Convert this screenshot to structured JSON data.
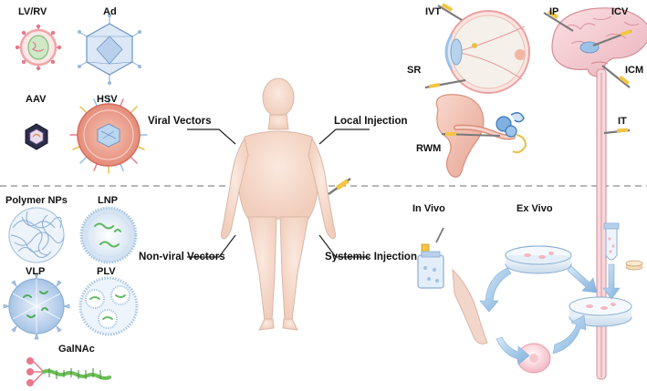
{
  "categories": {
    "viral": "Viral Vectors",
    "nonviral": "Non-viral Vectors",
    "local": "Local Injection",
    "systemic": "Systemic Injection"
  },
  "viral_vectors": {
    "lvrv": "LV/RV",
    "ad": "Ad",
    "aav": "AAV",
    "hsv": "HSV"
  },
  "nonviral_vectors": {
    "polymer": "Polymer NPs",
    "lnp": "LNP",
    "vlp": "VLP",
    "plv": "PLV",
    "galnac": "GalNAc"
  },
  "local_routes": {
    "ivt": "IVT",
    "sr": "SR",
    "rwm": "RWM",
    "ip": "IP",
    "icv": "ICV",
    "icm": "ICM",
    "it": "IT"
  },
  "systemic_routes": {
    "invivo": "In Vivo",
    "exvivo": "Ex Vivo"
  },
  "colors": {
    "divider": "#8a8a8a",
    "vector_pink": "#e8788a",
    "capsid_blue": "#9ab8dc",
    "membrane_blue": "#a9c6e3",
    "rna_green": "#5cb85c",
    "skin": "#f7ddd0"
  }
}
